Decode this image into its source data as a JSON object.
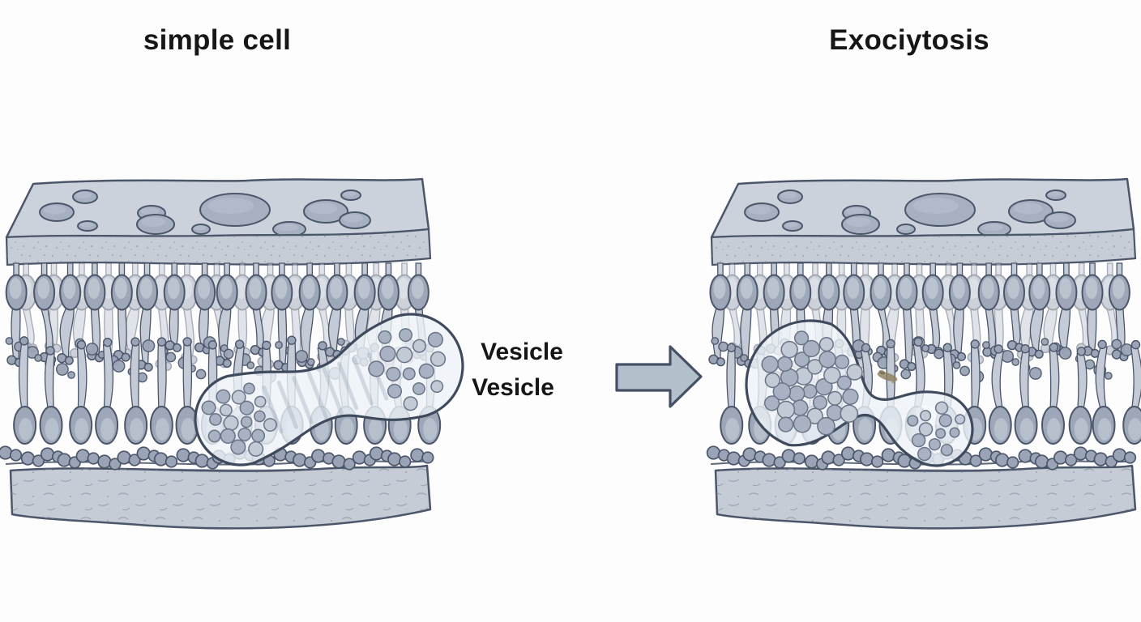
{
  "titles": {
    "left": "simple cell",
    "right": "Exociytosis"
  },
  "labels": {
    "vesicle_line1": "Vesicle",
    "vesicle_line2": "Vesicle"
  },
  "arrow": {
    "icon": "right-arrow-icon",
    "direction": "right"
  },
  "panels": [
    {
      "side": "left",
      "figure": "lipid-bilayer-membrane-with-fused-dumbbell-vesicle"
    },
    {
      "side": "right",
      "figure": "lipid-bilayer-membrane-with-large-and-small-budding-vesicles"
    }
  ],
  "colors": {
    "background": "#fdfdfe",
    "text": "#161616",
    "outline": "#4c566a",
    "slab_top": "#cbd2db",
    "hole": "#a7b0c0",
    "hole_highlight": "#bcc4d1",
    "band": "#c7cdd7",
    "speckle": "#7e8898",
    "head": "#9da7b8",
    "head_highlight": "#bfc7d3",
    "tail": "#c4cbd6",
    "bead": "#9aa4b6",
    "slab_bottom": "#c6ccd6",
    "vesicle_fill": "rgba(238,242,247,0.8)",
    "vesicle_stroke": "#3f4a5d",
    "streak": "#8e99ab",
    "granule": "#a9b2c2",
    "granule_light": "#c2cad6",
    "granule_stroke": "#6a7487",
    "arrow_fill": "#b4bfcc",
    "arrow_stroke": "#455064",
    "smudge": "#8d7d5a"
  }
}
